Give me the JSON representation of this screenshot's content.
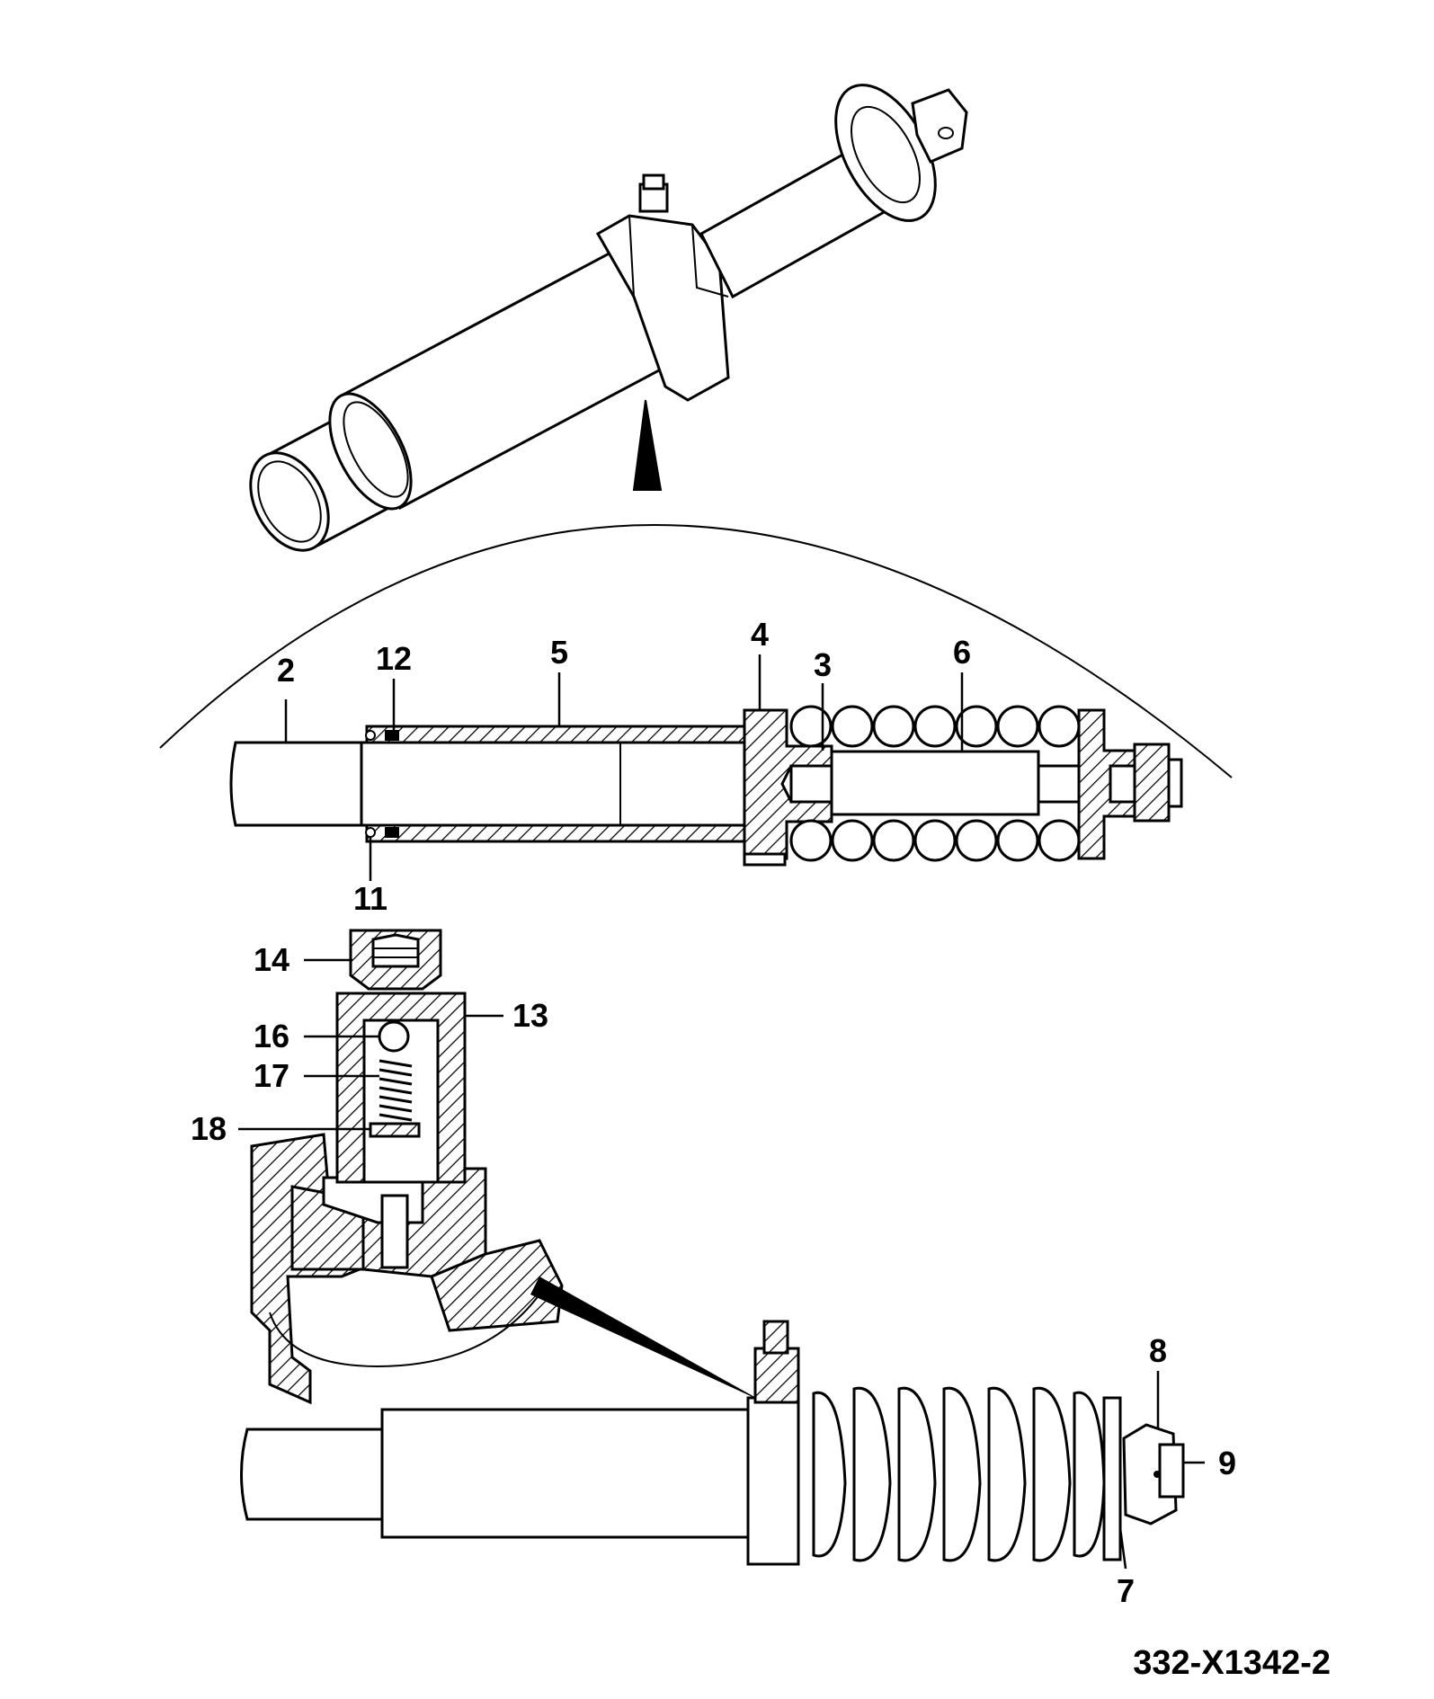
{
  "callouts": {
    "c2": "2",
    "c3": "3",
    "c4": "4",
    "c5": "5",
    "c6": "6",
    "c7": "7",
    "c8": "8",
    "c9": "9",
    "c11": "11",
    "c12": "12",
    "c13": "13",
    "c14": "14",
    "c16": "16",
    "c17": "17",
    "c18": "18"
  },
  "figure_reference": "332-X1342-2",
  "colors": {
    "line": "#000000",
    "background": "#ffffff"
  },
  "views": [
    "isometric-assembly",
    "sectional-view",
    "grease-valve-detail",
    "side-elevation"
  ]
}
